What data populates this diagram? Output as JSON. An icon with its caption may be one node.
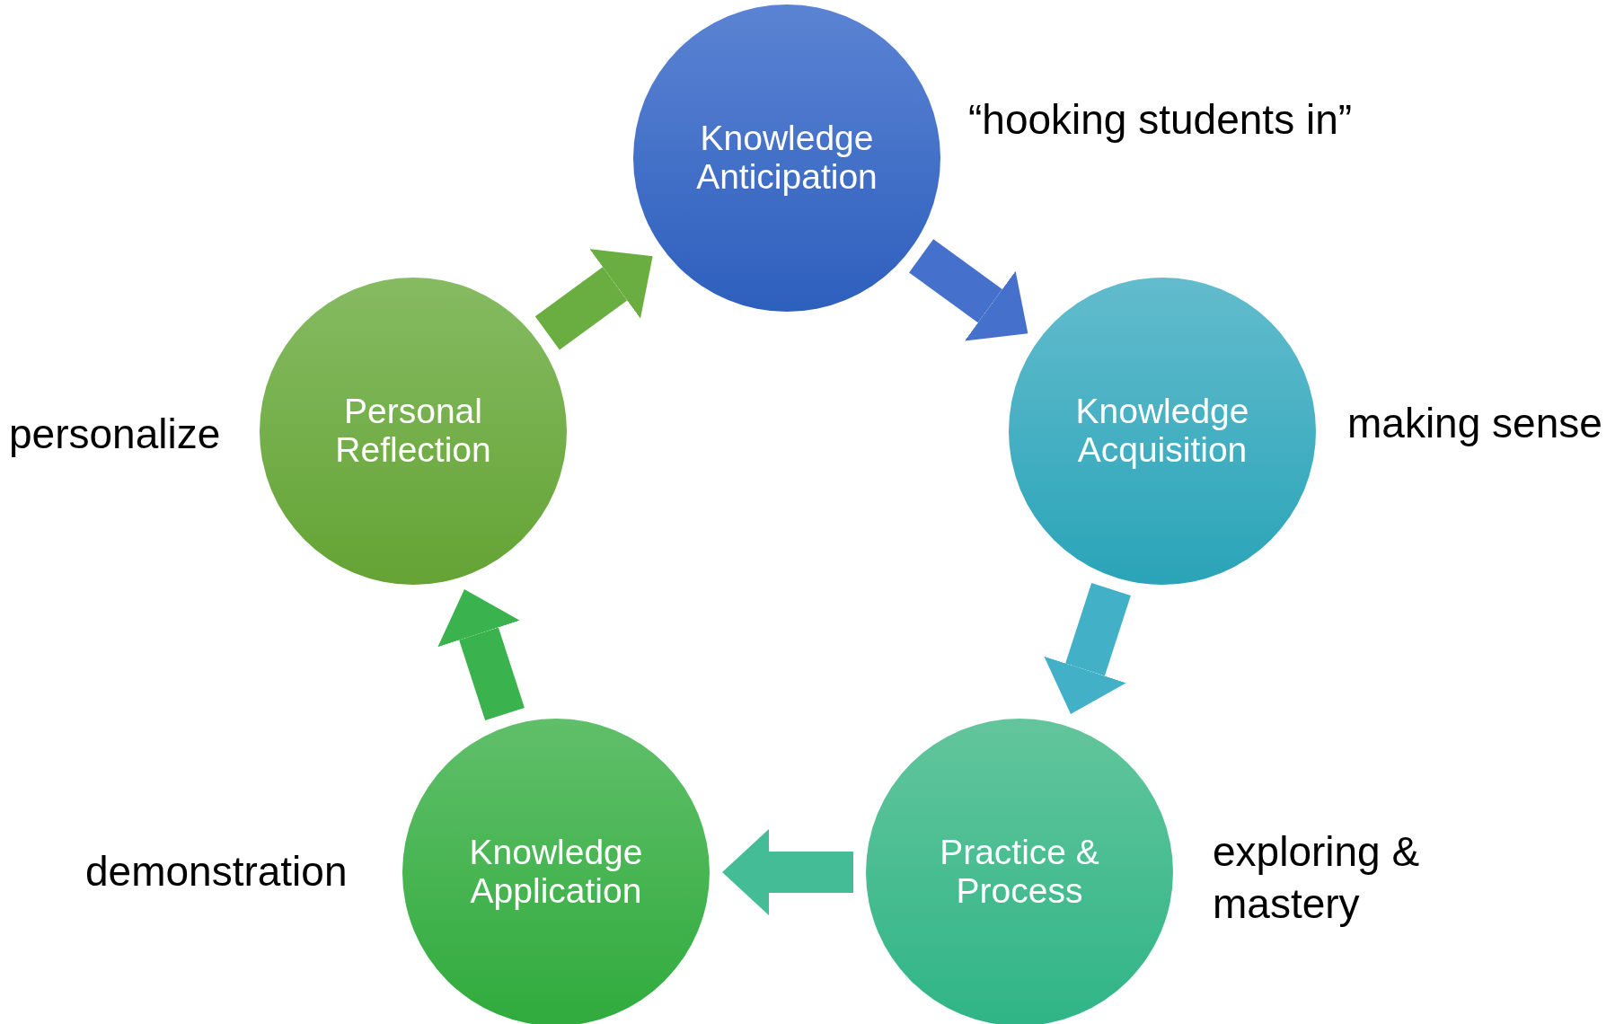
{
  "diagram": {
    "nodes": [
      {
        "text": [
          "Knowledge Anticipation"
        ],
        "beside": [
          "“hooking students in”"
        ]
      },
      {
        "text": [
          "Knowledge Acquisition"
        ],
        "beside": [
          "making sense"
        ]
      },
      {
        "text": [
          "Practice & Process"
        ],
        "beside": [
          "exploring & mastery"
        ]
      },
      {
        "text": [
          "Knowledge Application"
        ],
        "beside": [
          "demonstration"
        ]
      },
      {
        "text": [
          "Personal Reflection"
        ],
        "beside": [
          "personalize"
        ]
      }
    ],
    "edges": [
      {
        "from": 0,
        "to": 1,
        "arrow": "to",
        "color": "#4570cc"
      },
      {
        "from": 1,
        "to": 2,
        "arrow": "to",
        "color": "#42b1c8"
      },
      {
        "from": 2,
        "to": 3,
        "arrow": "to",
        "color": "#44bd96"
      },
      {
        "from": 3,
        "to": 4,
        "arrow": "to",
        "color": "#3ab24e"
      },
      {
        "from": 4,
        "to": 0,
        "arrow": "to",
        "color": "#6aad40"
      }
    ]
  }
}
